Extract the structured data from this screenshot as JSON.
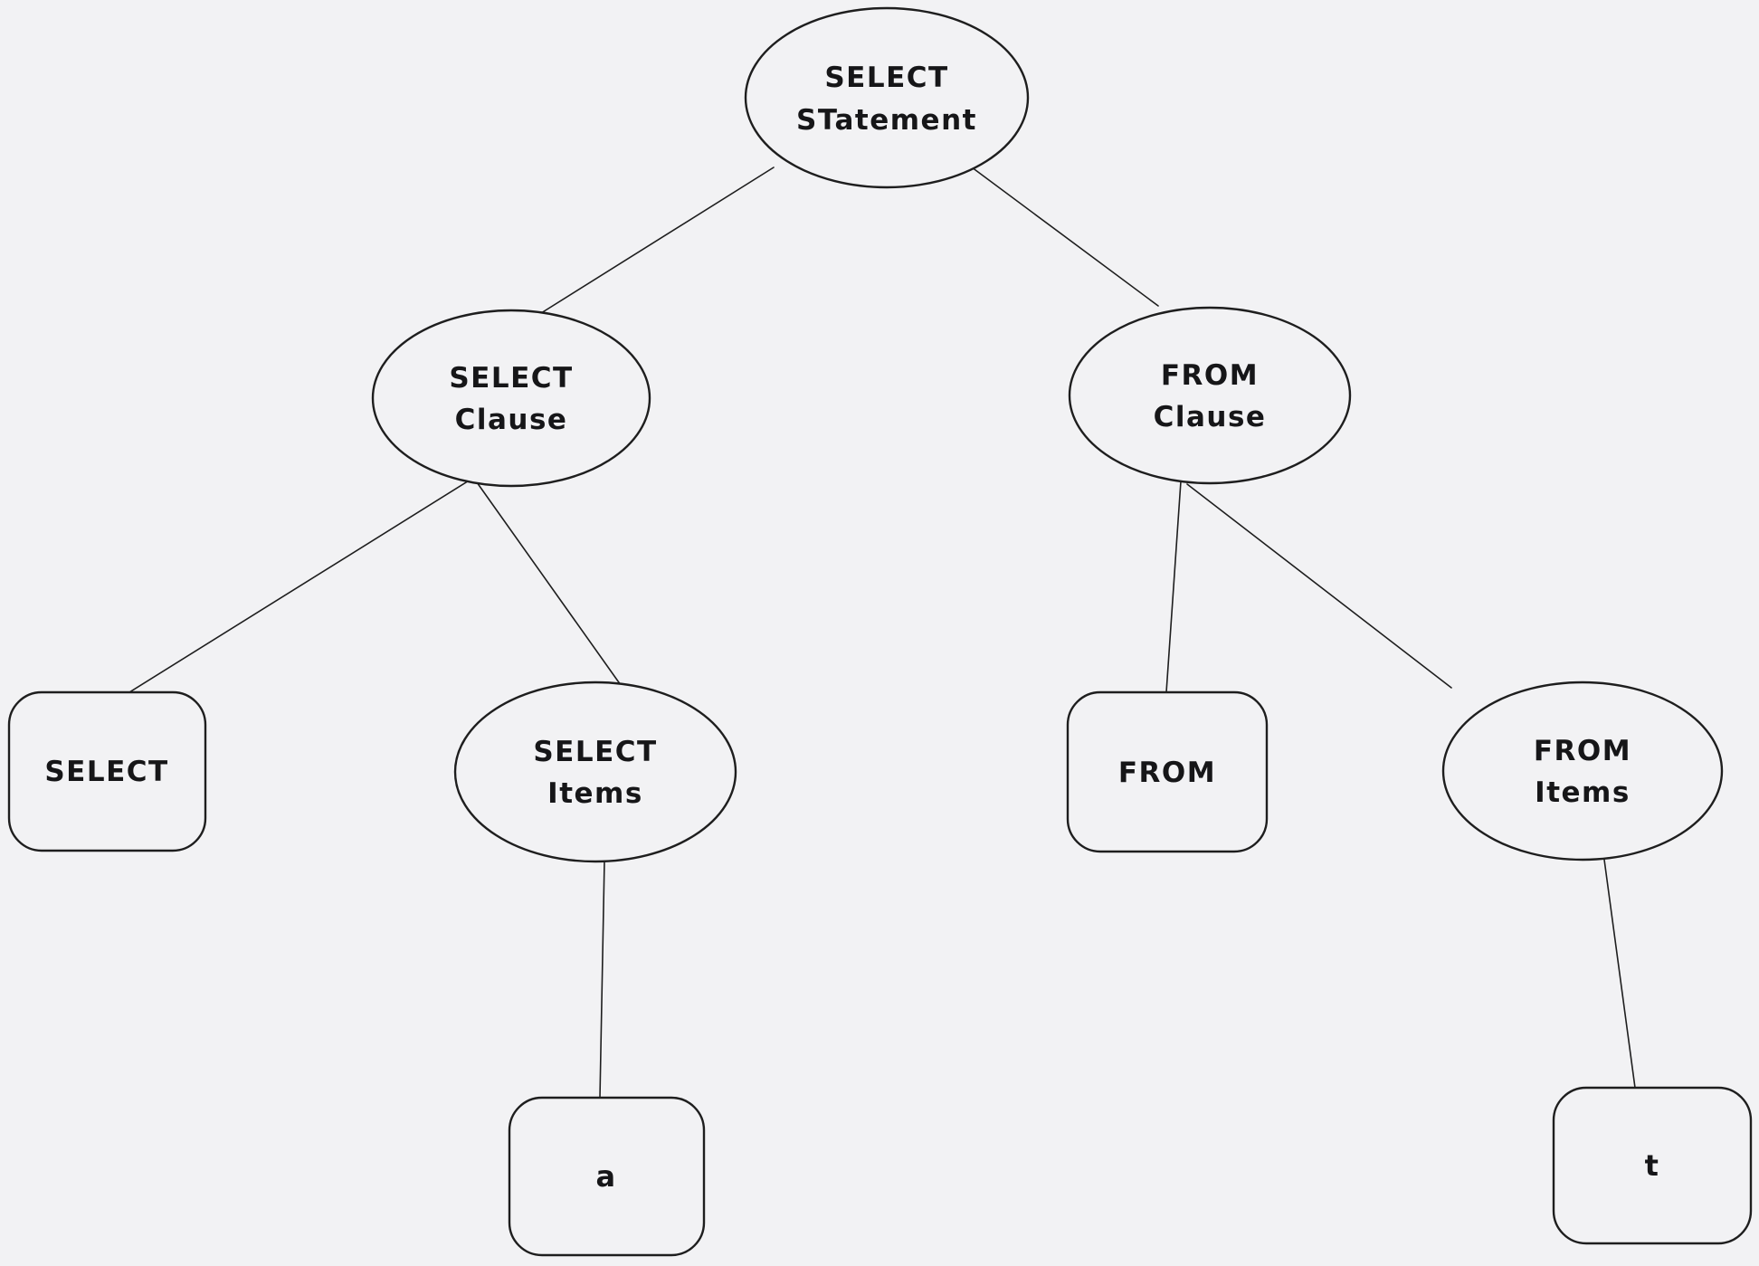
{
  "canvas": {
    "background_color": "#f2f2f4",
    "stroke_color": "#1e1e1e",
    "text_color": "#161618"
  },
  "diagram": {
    "type": "tree",
    "nodes": {
      "select_statement": {
        "shape": "ellipse",
        "line1": "SELECT",
        "line2": "STatement"
      },
      "select_clause": {
        "shape": "ellipse",
        "line1": "SELECT",
        "line2": "Clause"
      },
      "from_clause": {
        "shape": "ellipse",
        "line1": "FROM",
        "line2": "Clause"
      },
      "select_keyword": {
        "shape": "rectangle",
        "label": "SELECT"
      },
      "select_items": {
        "shape": "ellipse",
        "line1": "SELECT",
        "line2": "Items"
      },
      "from_keyword": {
        "shape": "rectangle",
        "label": "FROM"
      },
      "from_items": {
        "shape": "ellipse",
        "line1": "FROM",
        "line2": "Items"
      },
      "leaf_a": {
        "shape": "rectangle",
        "label": "a"
      },
      "leaf_t": {
        "shape": "rectangle",
        "label": "t"
      }
    },
    "edges": [
      {
        "from": "select_statement",
        "to": "select_clause"
      },
      {
        "from": "select_statement",
        "to": "from_clause"
      },
      {
        "from": "select_clause",
        "to": "select_keyword"
      },
      {
        "from": "select_clause",
        "to": "select_items"
      },
      {
        "from": "from_clause",
        "to": "from_keyword"
      },
      {
        "from": "from_clause",
        "to": "from_items"
      },
      {
        "from": "select_items",
        "to": "leaf_a"
      },
      {
        "from": "from_items",
        "to": "leaf_t"
      }
    ]
  }
}
